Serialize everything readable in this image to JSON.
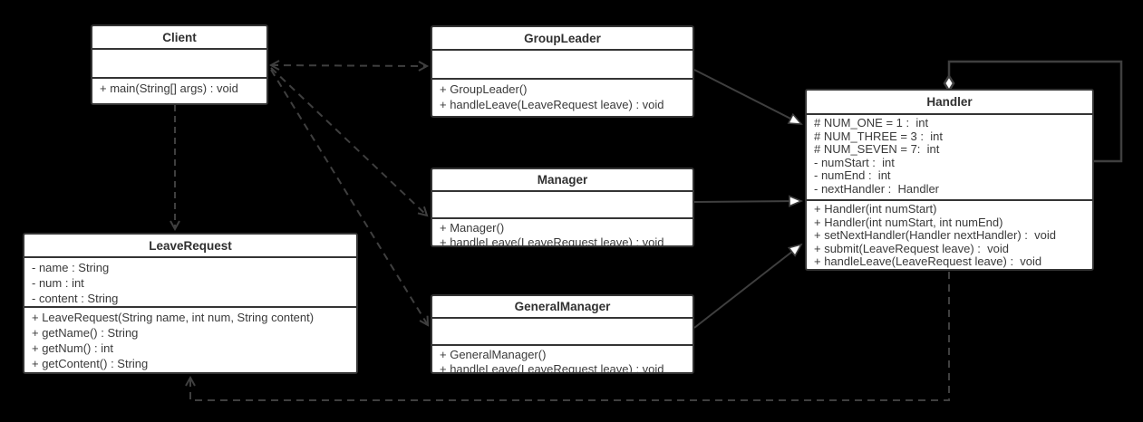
{
  "diagram": {
    "kind": "uml-class-diagram",
    "colors": {
      "background": "#000000",
      "box_fill": "#ffffff",
      "line": "#3f3f3f",
      "text": "#3a3a3a"
    },
    "classes": {
      "client": {
        "name": "Client",
        "attributes": [],
        "methods": [
          "+ main(String[] args) : void"
        ]
      },
      "group_leader": {
        "name": "GroupLeader",
        "attributes": [],
        "methods": [
          "+ GroupLeader()",
          "+ handleLeave(LeaveRequest leave) : void"
        ]
      },
      "manager": {
        "name": "Manager",
        "attributes": [],
        "methods": [
          "+ Manager()",
          "+ handleLeave(LeaveRequest leave) : void"
        ]
      },
      "general_manager": {
        "name": "GeneralManager",
        "attributes": [],
        "methods": [
          "+ GeneralManager()",
          "+ handleLeave(LeaveRequest leave) : void"
        ]
      },
      "handler": {
        "name": "Handler",
        "attributes": [
          "# NUM_ONE = 1 :  int",
          "# NUM_THREE = 3 :  int",
          "# NUM_SEVEN = 7:  int",
          "- numStart :  int",
          "- numEnd :  int",
          "- nextHandler :  Handler"
        ],
        "methods": [
          "+ Handler(int numStart)",
          "+ Handler(int numStart, int numEnd)",
          "+ setNextHandler(Handler nextHandler) :  void",
          "+ submit(LeaveRequest leave) :  void",
          "+ handleLeave(LeaveRequest leave) :  void"
        ]
      },
      "leave_request": {
        "name": "LeaveRequest",
        "attributes": [
          "- name : String",
          "- num : int",
          "- content : String"
        ],
        "methods": [
          "+ LeaveRequest(String name, int num, String content)",
          "+ getName() : String",
          "+ getNum() : int",
          "+ getContent() : String"
        ]
      }
    },
    "relationships": [
      {
        "from": "Client",
        "to": "GroupLeader",
        "type": "dependency-dashed"
      },
      {
        "from": "Client",
        "to": "Manager",
        "type": "dependency-dashed"
      },
      {
        "from": "Client",
        "to": "GeneralManager",
        "type": "dependency-dashed"
      },
      {
        "from": "Client",
        "to": "LeaveRequest",
        "type": "dependency-dashed"
      },
      {
        "from": "GroupLeader",
        "to": "Handler",
        "type": "generalization"
      },
      {
        "from": "Manager",
        "to": "Handler",
        "type": "generalization"
      },
      {
        "from": "GeneralManager",
        "to": "Handler",
        "type": "generalization"
      },
      {
        "from": "Handler",
        "to": "Handler",
        "type": "self-aggregation"
      },
      {
        "from": "Handler",
        "to": "LeaveRequest",
        "type": "dependency-dashed"
      }
    ]
  }
}
